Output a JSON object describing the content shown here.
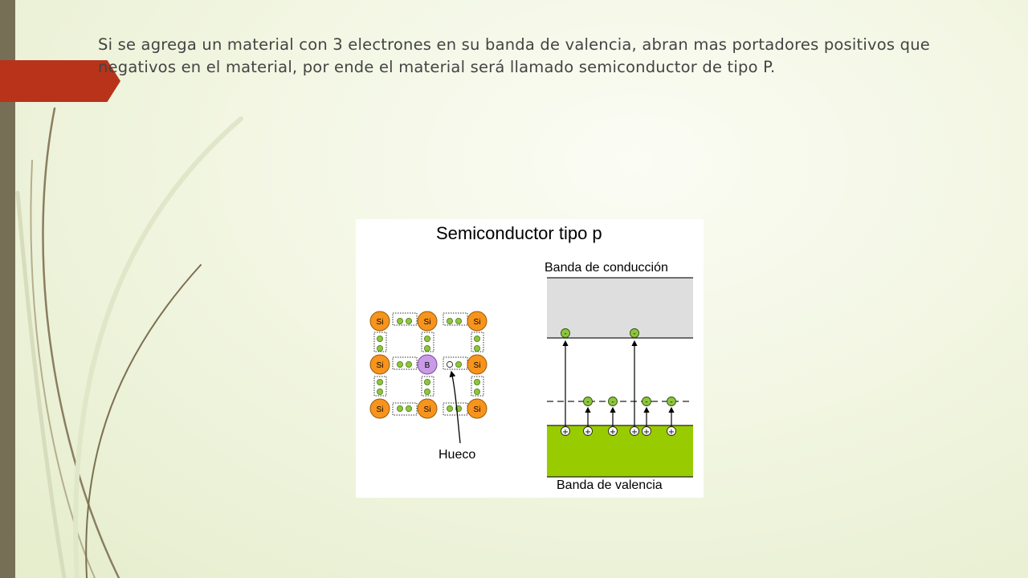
{
  "slide": {
    "body_text": "Si se agrega un material con 3 electrones en su banda de valencia, abran mas portadores positivos que negativos en el material, por ende el material será llamado semiconductor de tipo P."
  },
  "figure": {
    "title": "Semiconductor tipo p",
    "conduction_band_label": "Banda de conducción",
    "valence_band_label": "Banda de valencia",
    "hole_label": "Hueco",
    "silicon_label": "Si",
    "boron_label": "B",
    "electron_sign": "-",
    "hole_sign": "+"
  },
  "colors": {
    "silicon": "#f7941d",
    "boron": "#c99ae6",
    "electron": "#8cc63f",
    "valence_band": "#99cc00",
    "conduction_band": "#dedede",
    "accent_tab": "#b8331a"
  }
}
